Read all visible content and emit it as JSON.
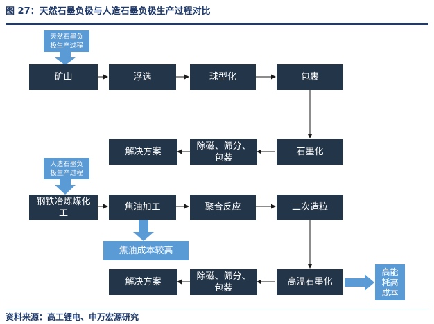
{
  "header": {
    "title": "图 27：天然石墨负极与人造石墨负极生产过程对比"
  },
  "footer": {
    "source": "资料来源：高工锂电、申万宏源研究"
  },
  "natural": {
    "label": "天然石墨负\n极生产过程",
    "steps": [
      "矿山",
      "浮选",
      "球型化",
      "包裹",
      "石墨化",
      "除磁、筛分、\n包装",
      "解决方案"
    ]
  },
  "artificial": {
    "label": "人造石墨负\n极生产过程",
    "steps": [
      "钢铁冶炼煤化\n工",
      "焦油加工",
      "聚合反应",
      "二次造粒",
      "高温石墨化",
      "除磁、筛分、\n包装",
      "解决方案"
    ],
    "note_coke": "焦油成本较高",
    "note_energy": "高能\n耗高\n成本"
  },
  "colors": {
    "box": "#233549",
    "callout": "#5b9bd5",
    "accent": "#1f3a6b"
  }
}
